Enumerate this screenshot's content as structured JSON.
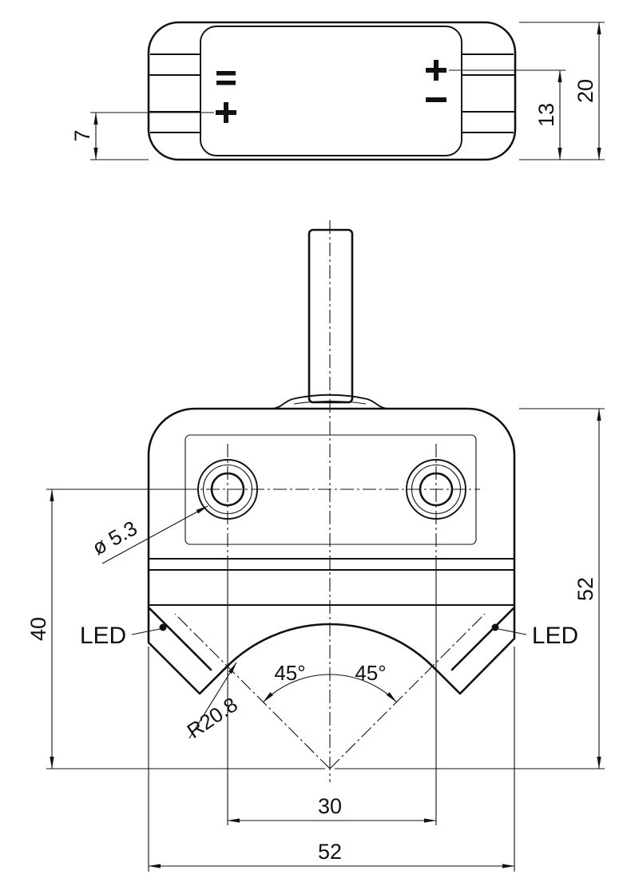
{
  "drawing": {
    "top_view": {
      "dim_height": "20",
      "dim_plus_right_from_bottom": "13",
      "dim_plus_left_from_bottom": "7"
    },
    "front_view": {
      "dim_hole_to_vertex": "40",
      "dim_total_height": "52",
      "dim_hole_spacing": "30",
      "dim_total_width": "52",
      "hole_diameter": "ø 5.3",
      "notch_radius": "R20.8",
      "angle_left": "45°",
      "angle_right": "45°",
      "led_left": "LED",
      "led_right": "LED"
    }
  }
}
